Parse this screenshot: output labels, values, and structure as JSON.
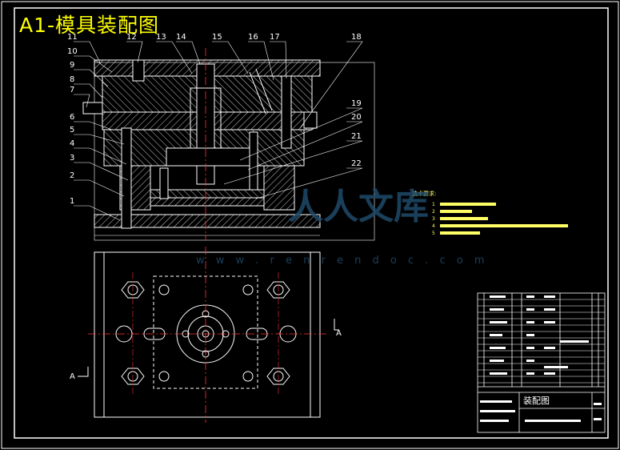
{
  "title": "A1-模具装配图",
  "part_labels": [
    "1",
    "2",
    "3",
    "4",
    "5",
    "6",
    "7",
    "8",
    "9",
    "10",
    "11",
    "12",
    "13",
    "14",
    "15",
    "16",
    "17",
    "18",
    "19",
    "20",
    "21",
    "22"
  ],
  "tech_requirements": {
    "heading": "技术要求:",
    "items": [
      "1",
      "2",
      "3",
      "4",
      "5"
    ]
  },
  "section_marker": "A",
  "title_block_name": "装配图",
  "watermark": {
    "main": "人人文库",
    "url": "w w w . r e n r e n d o c . c o m"
  },
  "colors": {
    "background": "#000000",
    "frame": "#ffffff",
    "title": "#ffff00",
    "centerline": "#ff3333",
    "label": "#ffffff",
    "tech_text": "#ffff66",
    "watermark": "#1f4a6a"
  }
}
